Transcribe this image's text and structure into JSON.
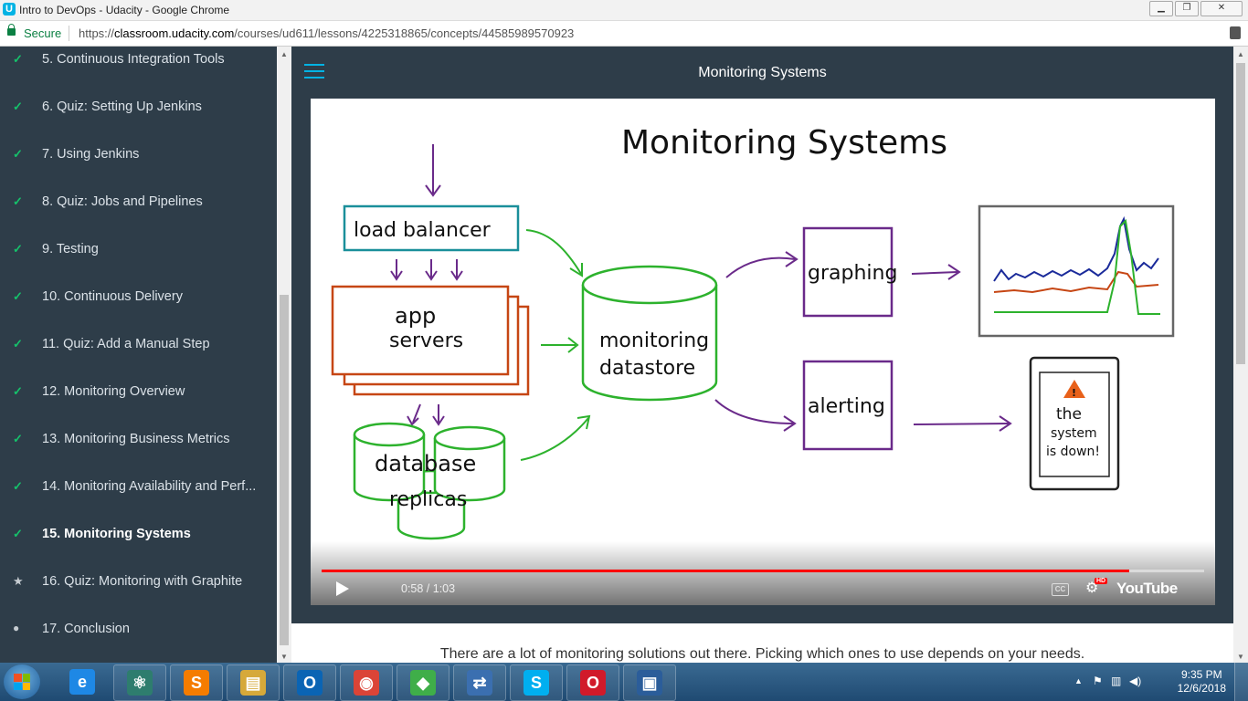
{
  "window": {
    "title": "Intro to DevOps - Udacity - Google Chrome",
    "buttons": [
      "▁",
      "❐",
      "✕"
    ]
  },
  "address_bar": {
    "secure_label": "Secure",
    "url_scheme": "https://",
    "url_host": "classroom.udacity.com",
    "url_path": "/courses/ud611/lessons/4225318865/concepts/44585989570923"
  },
  "sidebar": {
    "items": [
      {
        "label": "5. Continuous Integration Tools",
        "status": "done",
        "mark": "✓"
      },
      {
        "label": "6. Quiz: Setting Up Jenkins",
        "status": "done",
        "mark": "✓"
      },
      {
        "label": "7. Using Jenkins",
        "status": "done",
        "mark": "✓"
      },
      {
        "label": "8. Quiz: Jobs and Pipelines",
        "status": "done",
        "mark": "✓"
      },
      {
        "label": "9. Testing",
        "status": "done",
        "mark": "✓"
      },
      {
        "label": "10. Continuous Delivery",
        "status": "done",
        "mark": "✓"
      },
      {
        "label": "11. Quiz: Add a Manual Step",
        "status": "done",
        "mark": "✓"
      },
      {
        "label": "12. Monitoring Overview",
        "status": "done",
        "mark": "✓"
      },
      {
        "label": "13. Monitoring Business Metrics",
        "status": "done",
        "mark": "✓"
      },
      {
        "label": "14. Monitoring Availability and Perf...",
        "status": "done",
        "mark": "✓"
      },
      {
        "label": "15. Monitoring Systems",
        "status": "active",
        "mark": "✓"
      },
      {
        "label": "16. Quiz: Monitoring with Graphite",
        "status": "quiz",
        "mark": "★"
      },
      {
        "label": "17. Conclusion",
        "status": "todo",
        "mark": "●"
      }
    ]
  },
  "header": {
    "lesson_title": "Monitoring Systems"
  },
  "video": {
    "diagram": {
      "title": "Monitoring Systems",
      "load_balancer": "load balancer",
      "app_servers_line1": "app",
      "app_servers_line2": "servers",
      "database_line1": "database",
      "database_line2": "replicas",
      "datastore_line1": "monitoring",
      "datastore_line2": "datastore",
      "graphing": "graphing",
      "alerting": "alerting",
      "phone_alert_icon": "!",
      "phone_line1": "the",
      "phone_line2": "system",
      "phone_line3": "is down!"
    },
    "progress_fraction": 0.915,
    "time_display": "0:58 / 1:03",
    "cc_label": "CC",
    "hd_badge": "HD",
    "youtube_label": "YouTube"
  },
  "caption": "There are a lot of monitoring solutions out there. Picking which ones to use depends on your needs.",
  "taskbar": {
    "apps": [
      {
        "name": "internet-explorer-icon",
        "glyph": "e",
        "color": "#1e88e5"
      },
      {
        "name": "atom-icon",
        "glyph": "⚛",
        "color": "#2e7d6e"
      },
      {
        "name": "sublime-text-icon",
        "glyph": "S",
        "color": "#f57c00"
      },
      {
        "name": "file-explorer-icon",
        "glyph": "▤",
        "color": "#d6a93a"
      },
      {
        "name": "outlook-icon",
        "glyph": "O",
        "color": "#0a64b4"
      },
      {
        "name": "chrome-icon",
        "glyph": "◉",
        "color": "#db4437"
      },
      {
        "name": "app-icon",
        "glyph": "◆",
        "color": "#3fae49"
      },
      {
        "name": "network-tool-icon",
        "glyph": "⇄",
        "color": "#3b6fb0"
      },
      {
        "name": "skype-icon",
        "glyph": "S",
        "color": "#00aff0"
      },
      {
        "name": "opera-icon",
        "glyph": "O",
        "color": "#d11a2a"
      },
      {
        "name": "remote-desktop-icon",
        "glyph": "▣",
        "color": "#2b5d9a"
      }
    ],
    "clock_time": "9:35 PM",
    "clock_date": "12/6/2018"
  }
}
